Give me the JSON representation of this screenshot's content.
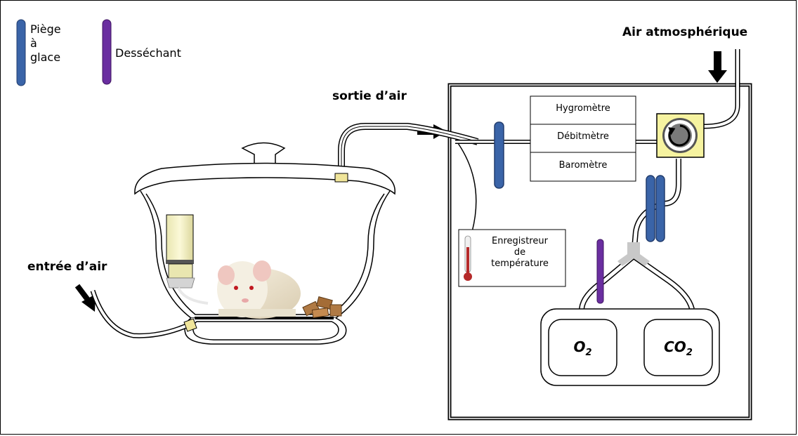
{
  "legend": {
    "ice_trap": {
      "lines": [
        "Piège",
        "à",
        "glace"
      ],
      "color": "#3a64a8"
    },
    "desiccant": {
      "label": "Desséchant",
      "color": "#6a2ea0"
    }
  },
  "labels": {
    "atmospheric_air": "Air atmosphérique",
    "air_outlet": "sortie d’air",
    "air_inlet": "entrée d’air"
  },
  "instruments": [
    "Hygromètre",
    "Débitmètre",
    "Baromètre"
  ],
  "temperature_logger": {
    "lines": [
      "Enregistreur",
      "de",
      "température"
    ]
  },
  "analyzers": {
    "o2": {
      "main": "O",
      "sub": "2"
    },
    "co2": {
      "main": "CO",
      "sub": "2"
    }
  },
  "colors": {
    "ice_trap": "#3a64a8",
    "desiccant": "#6a2ea0",
    "pump_bg": "#f6f3a0",
    "connector": "#c8c8c8"
  }
}
